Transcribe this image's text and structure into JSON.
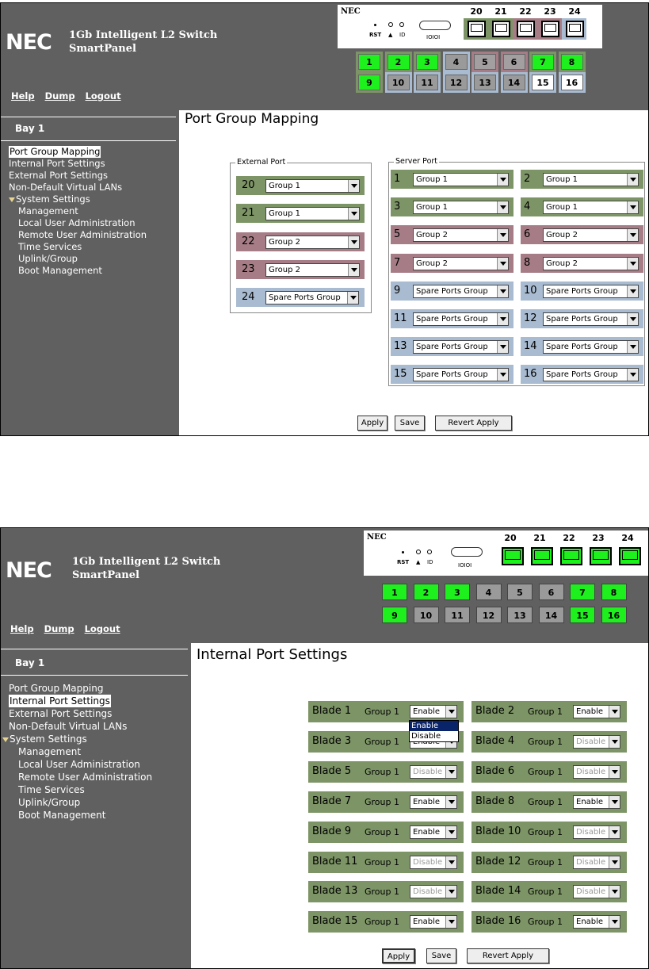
{
  "common": {
    "logo": "NEC",
    "product_line1": "1Gb Intelligent L2 Switch",
    "product_line2": "SmartPanel",
    "links": [
      "Help",
      "Dump",
      "Logout"
    ],
    "panel_brand": "NEC",
    "rst_label": "RST",
    "serial_label": "IOIOI",
    "bay": "Bay 1",
    "menu": [
      "Port Group Mapping",
      "Internal Port Settings",
      "External Port Settings",
      "Non-Default Virtual LANs",
      "System Settings"
    ],
    "submenu": [
      "Management",
      "Local User Administration",
      "Remote User Administration",
      "Time Services",
      "Uplink/Group",
      "Boot Management"
    ],
    "ext_port_labels": [
      "20",
      "21",
      "22",
      "23",
      "24"
    ],
    "buttons": {
      "apply": "Apply",
      "save": "Save",
      "revert": "Revert Apply"
    }
  },
  "colors": {
    "green": "#7d9566",
    "mauve": "#a67d86",
    "blue": "#a9bbd0",
    "led_green": "#1df01d",
    "header": "#606060"
  },
  "screen1": {
    "title": "Port Group Mapping",
    "selected_menu": "Port Group Mapping",
    "external_legend": "External Port",
    "server_legend": "Server Port",
    "external_ports": [
      {
        "num": "20",
        "group": "Group 1",
        "color": "green"
      },
      {
        "num": "21",
        "group": "Group 1",
        "color": "green"
      },
      {
        "num": "22",
        "group": "Group 2",
        "color": "mauve"
      },
      {
        "num": "23",
        "group": "Group 2",
        "color": "mauve"
      },
      {
        "num": "24",
        "group": "Spare Ports Group",
        "color": "blue"
      }
    ],
    "server_ports": [
      {
        "num": "1",
        "group": "Group 1",
        "color": "green"
      },
      {
        "num": "2",
        "group": "Group 1",
        "color": "green"
      },
      {
        "num": "3",
        "group": "Group 1",
        "color": "green"
      },
      {
        "num": "4",
        "group": "Group 1",
        "color": "green"
      },
      {
        "num": "5",
        "group": "Group 2",
        "color": "mauve"
      },
      {
        "num": "6",
        "group": "Group 2",
        "color": "mauve"
      },
      {
        "num": "7",
        "group": "Group 2",
        "color": "mauve"
      },
      {
        "num": "8",
        "group": "Group 2",
        "color": "mauve"
      },
      {
        "num": "9",
        "group": "Spare Ports Group",
        "color": "blue"
      },
      {
        "num": "10",
        "group": "Spare Ports Group",
        "color": "blue"
      },
      {
        "num": "11",
        "group": "Spare Ports Group",
        "color": "blue"
      },
      {
        "num": "12",
        "group": "Spare Ports Group",
        "color": "blue"
      },
      {
        "num": "13",
        "group": "Spare Ports Group",
        "color": "blue"
      },
      {
        "num": "14",
        "group": "Spare Ports Group",
        "color": "blue"
      },
      {
        "num": "15",
        "group": "Spare Ports Group",
        "color": "blue"
      },
      {
        "num": "16",
        "group": "Spare Ports Group",
        "color": "blue"
      }
    ],
    "ext_port_led": [
      false,
      false,
      false,
      false,
      false
    ],
    "ext_port_group_colors": [
      "green",
      "green",
      "mauve",
      "mauve",
      "blue"
    ],
    "grid_cells": [
      {
        "label": "1",
        "state": "green"
      },
      {
        "label": "2",
        "state": "green"
      },
      {
        "label": "3",
        "state": "green"
      },
      {
        "label": "4",
        "state": "gray"
      },
      {
        "label": "5",
        "state": "mauve"
      },
      {
        "label": "6",
        "state": "mauve"
      },
      {
        "label": "7",
        "state": "green"
      },
      {
        "label": "8",
        "state": "green"
      },
      {
        "label": "9",
        "state": "green"
      },
      {
        "label": "10",
        "state": "gray"
      },
      {
        "label": "11",
        "state": "gray"
      },
      {
        "label": "12",
        "state": "gray"
      },
      {
        "label": "13",
        "state": "gray"
      },
      {
        "label": "14",
        "state": "gray"
      },
      {
        "label": "15",
        "state": "white"
      },
      {
        "label": "16",
        "state": "white"
      }
    ]
  },
  "screen2": {
    "title": "Internal Port Settings",
    "selected_menu": "Internal Port Settings",
    "ext_port_led": [
      true,
      true,
      true,
      true,
      true
    ],
    "grid_cells": [
      {
        "label": "1",
        "state": "green"
      },
      {
        "label": "2",
        "state": "green"
      },
      {
        "label": "3",
        "state": "green"
      },
      {
        "label": "4",
        "state": "gray"
      },
      {
        "label": "5",
        "state": "gray"
      },
      {
        "label": "6",
        "state": "gray"
      },
      {
        "label": "7",
        "state": "green"
      },
      {
        "label": "8",
        "state": "green"
      },
      {
        "label": "9",
        "state": "green"
      },
      {
        "label": "10",
        "state": "gray"
      },
      {
        "label": "11",
        "state": "gray"
      },
      {
        "label": "12",
        "state": "gray"
      },
      {
        "label": "13",
        "state": "gray"
      },
      {
        "label": "14",
        "state": "gray"
      },
      {
        "label": "15",
        "state": "green"
      },
      {
        "label": "16",
        "state": "green"
      }
    ],
    "blades": [
      {
        "name": "Blade 1",
        "group": "Group 1",
        "value": "Enable",
        "disabled": false
      },
      {
        "name": "Blade 2",
        "group": "Group 1",
        "value": "Enable",
        "disabled": false
      },
      {
        "name": "Blade 3",
        "group": "Group 1",
        "value": "Enable",
        "disabled": false
      },
      {
        "name": "Blade 4",
        "group": "Group 1",
        "value": "Disable",
        "disabled": true
      },
      {
        "name": "Blade 5",
        "group": "Group 1",
        "value": "Disable",
        "disabled": true
      },
      {
        "name": "Blade 6",
        "group": "Group 1",
        "value": "Disable",
        "disabled": true
      },
      {
        "name": "Blade 7",
        "group": "Group 1",
        "value": "Enable",
        "disabled": false
      },
      {
        "name": "Blade 8",
        "group": "Group 1",
        "value": "Enable",
        "disabled": false
      },
      {
        "name": "Blade 9",
        "group": "Group 1",
        "value": "Enable",
        "disabled": false
      },
      {
        "name": "Blade 10",
        "group": "Group 1",
        "value": "Disable",
        "disabled": true
      },
      {
        "name": "Blade 11",
        "group": "Group 1",
        "value": "Disable",
        "disabled": true
      },
      {
        "name": "Blade 12",
        "group": "Group 1",
        "value": "Disable",
        "disabled": true
      },
      {
        "name": "Blade 13",
        "group": "Group 1",
        "value": "Disable",
        "disabled": true
      },
      {
        "name": "Blade 14",
        "group": "Group 1",
        "value": "Disable",
        "disabled": true
      },
      {
        "name": "Blade 15",
        "group": "Group 1",
        "value": "Enable",
        "disabled": false
      },
      {
        "name": "Blade 16",
        "group": "Group 1",
        "value": "Enable",
        "disabled": false
      }
    ],
    "dropdown_options": [
      "Enable",
      "Disable"
    ],
    "dropdown_highlighted": "Enable"
  }
}
